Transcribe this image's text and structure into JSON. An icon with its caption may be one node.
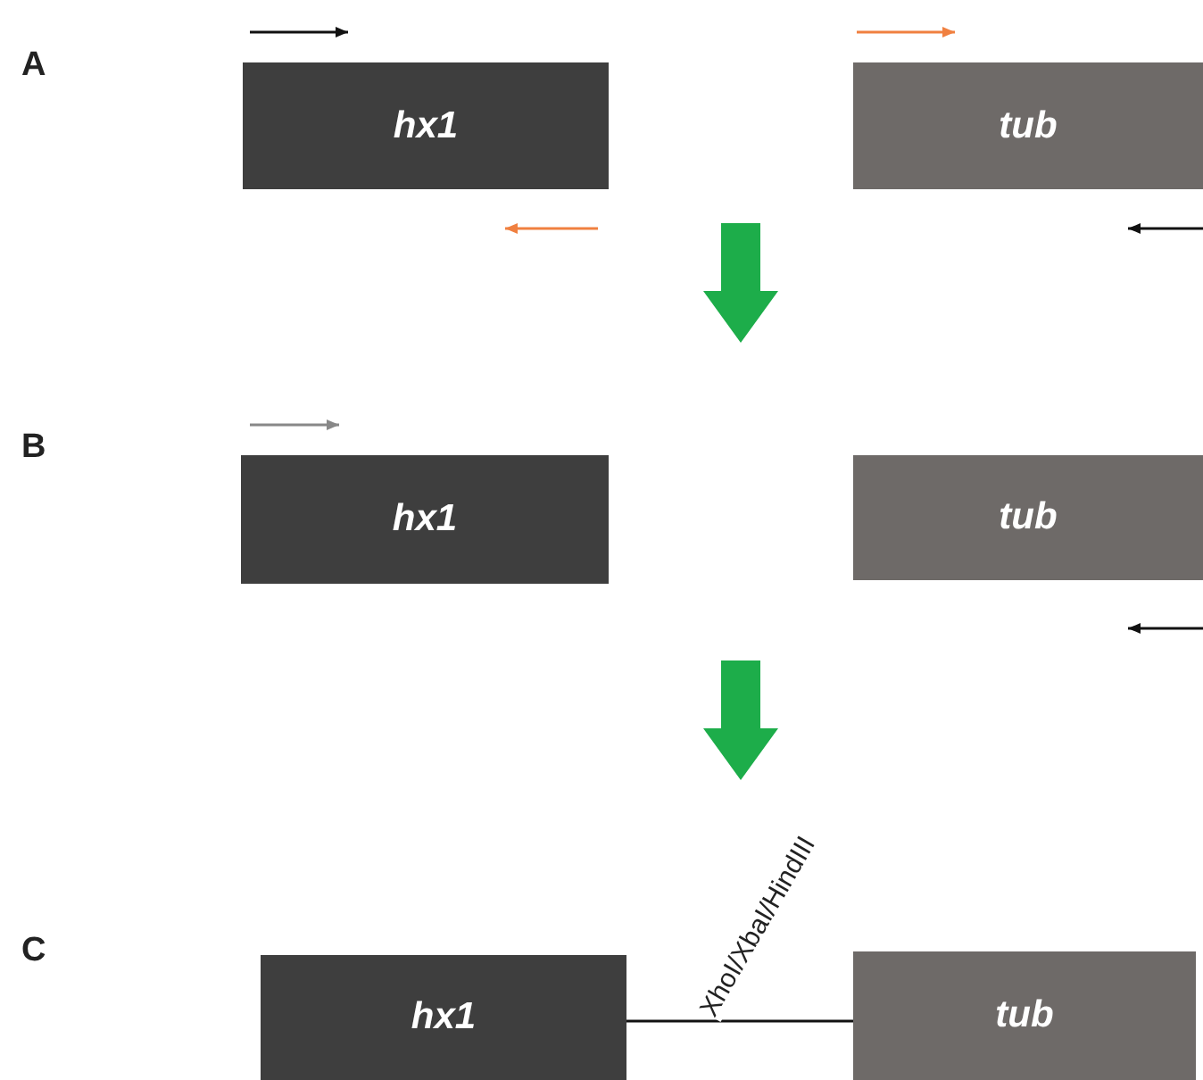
{
  "diagram": {
    "nodes": [
      {
        "text": [
          "hx1"
        ]
      },
      {
        "text": [
          "tub"
        ]
      },
      {
        "text": [
          "hx1"
        ]
      },
      {
        "text": [
          "tub"
        ]
      },
      {
        "text": [
          "hx1"
        ]
      },
      {
        "text": [
          "tub"
        ]
      }
    ],
    "edges": [
      {
        "from": 4,
        "to": 5,
        "arrow": "none",
        "label": "XhoI/XbaI/HindIII"
      }
    ],
    "labels": [
      "A",
      "B",
      "C"
    ]
  }
}
